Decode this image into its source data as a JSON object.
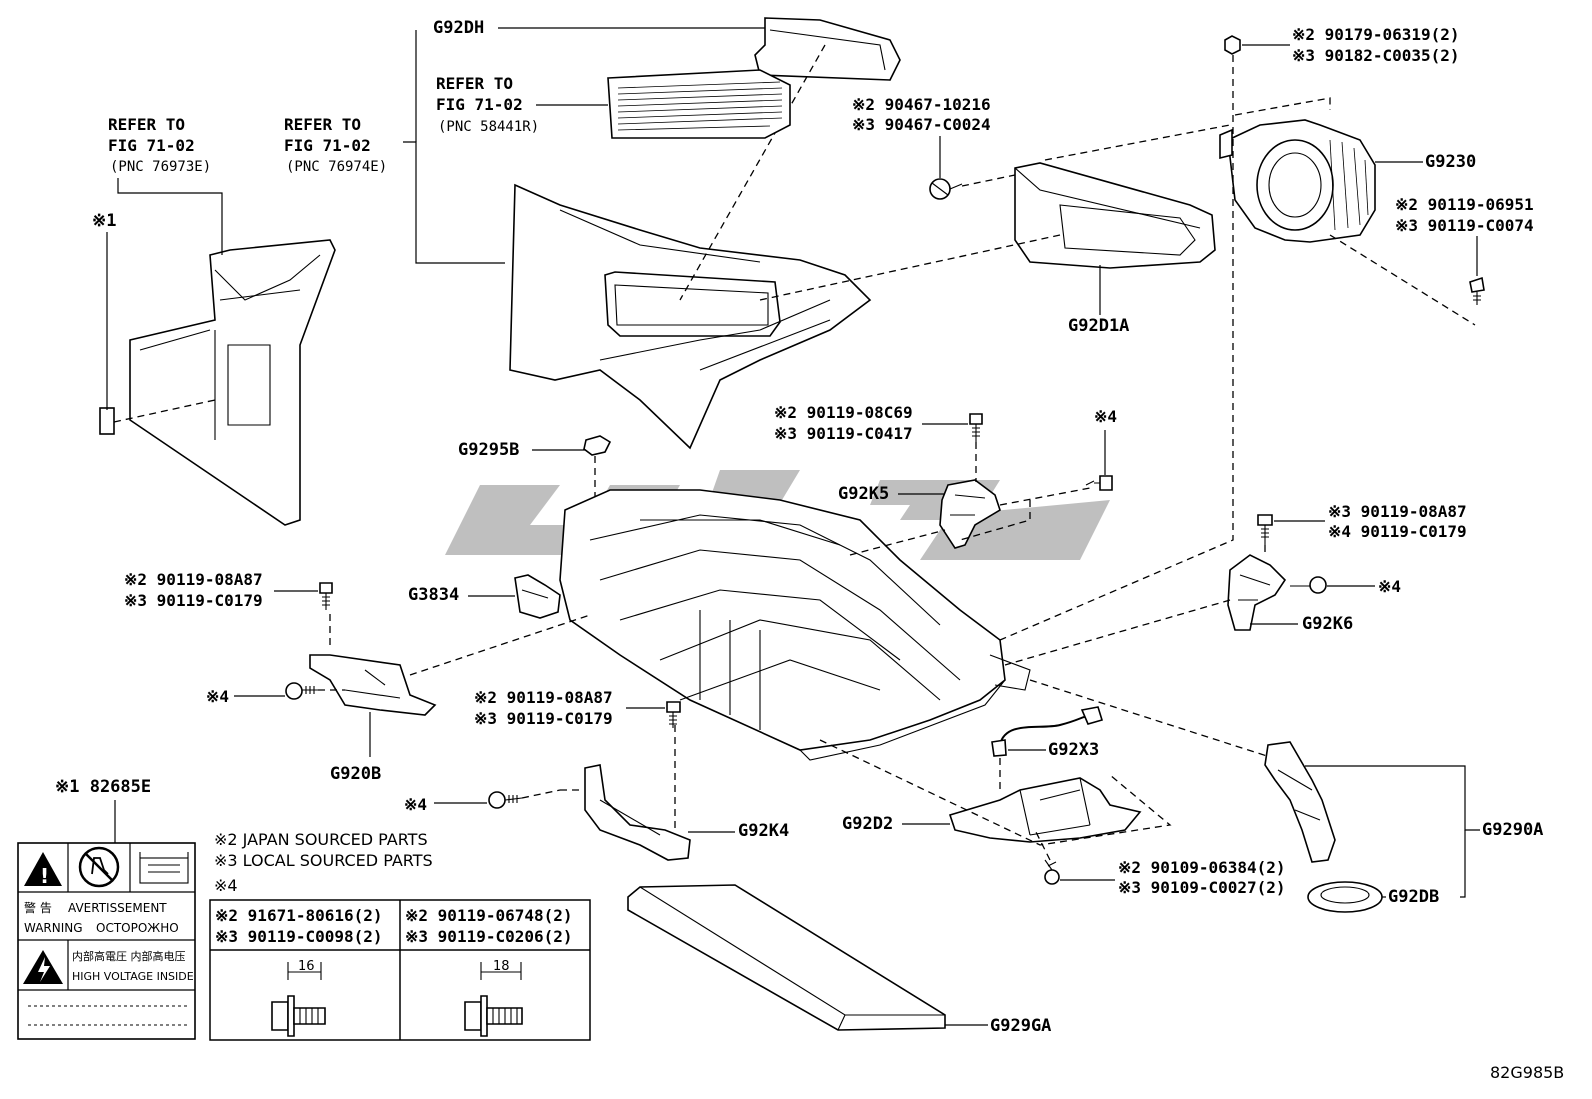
{
  "labels": {
    "g92dh": "G92DH",
    "g9230": "G9230",
    "g92d1a": "G92D1A",
    "g9295b": "G9295B",
    "g92k5": "G92K5",
    "g3834": "G3834",
    "g92k6": "G92K6",
    "g920b": "G920B",
    "g92x3": "G92X3",
    "g92k4": "G92K4",
    "g92d2": "G92D2",
    "g9290a": "G9290A",
    "g92db": "G92DB",
    "g929ga": "G929GA",
    "diagram_code": "82G985B"
  },
  "refs": {
    "left": {
      "line1": "REFER TO",
      "line2": "FIG 71-02",
      "line3": "(PNC 76973E)"
    },
    "middle": {
      "line1": "REFER TO",
      "line2": "FIG 71-02",
      "line3": "(PNC 76974E)"
    },
    "upper": {
      "line1": "REFER TO",
      "line2": "FIG 71-02",
      "line3": "(PNC 58441R)"
    }
  },
  "markers": {
    "m1": "※1",
    "m4_right_k5": "※4",
    "m4_k6": "※4",
    "m4_920b": "※4",
    "m4_k4": "※4",
    "label_part": "※1 82685E"
  },
  "part_numbers": {
    "top_right_nut_2": "※2 90179-06319(2)",
    "top_right_nut_3": "※3 90182-C0035(2)",
    "clip_2": "※2 90467-10216",
    "clip_3": "※3 90467-C0024",
    "bolt_9230_2": "※2 90119-06951",
    "bolt_9230_3": "※3 90119-C0074",
    "bolt_k5_2": "※2 90119-08C69",
    "bolt_k5_3": "※3 90119-C0417",
    "bolt_k6_3": "※3 90119-08A87",
    "bolt_k6_4": "※4 90119-C0179",
    "bolt_920b_2": "※2 90119-08A87",
    "bolt_920b_3": "※3 90119-C0179",
    "bolt_k4_2": "※2 90119-08A87",
    "bolt_k4_3": "※3 90119-C0179",
    "bolt_d2_2": "※2 90109-06384(2)",
    "bolt_d2_3": "※3 90109-C0027(2)"
  },
  "notes": {
    "japan": "※2 JAPAN SOURCED PARTS",
    "local": "※3 LOCAL SOURCED PARTS",
    "m4_header": "※4"
  },
  "table": {
    "left": {
      "line1": "※2 91671-80616(2)",
      "line2": "※3 90119-C0098(2)",
      "dim": "16"
    },
    "right": {
      "line1": "※2 90119-06748(2)",
      "line2": "※3 90119-C0206(2)",
      "dim": "18"
    }
  },
  "warning_label": {
    "warn_jp": "警 告",
    "warn_fr": "AVERTISSEMENT",
    "warn_en": "WARNING",
    "warn_ru": "ОСТОРОЖНО",
    "hv_jp": "内部高電圧 内部高电压",
    "hv_en": "HIGH VOLTAGE INSIDE"
  },
  "colors": {
    "line": "#000000",
    "watermark": "#b0b0b0",
    "background": "#ffffff"
  }
}
